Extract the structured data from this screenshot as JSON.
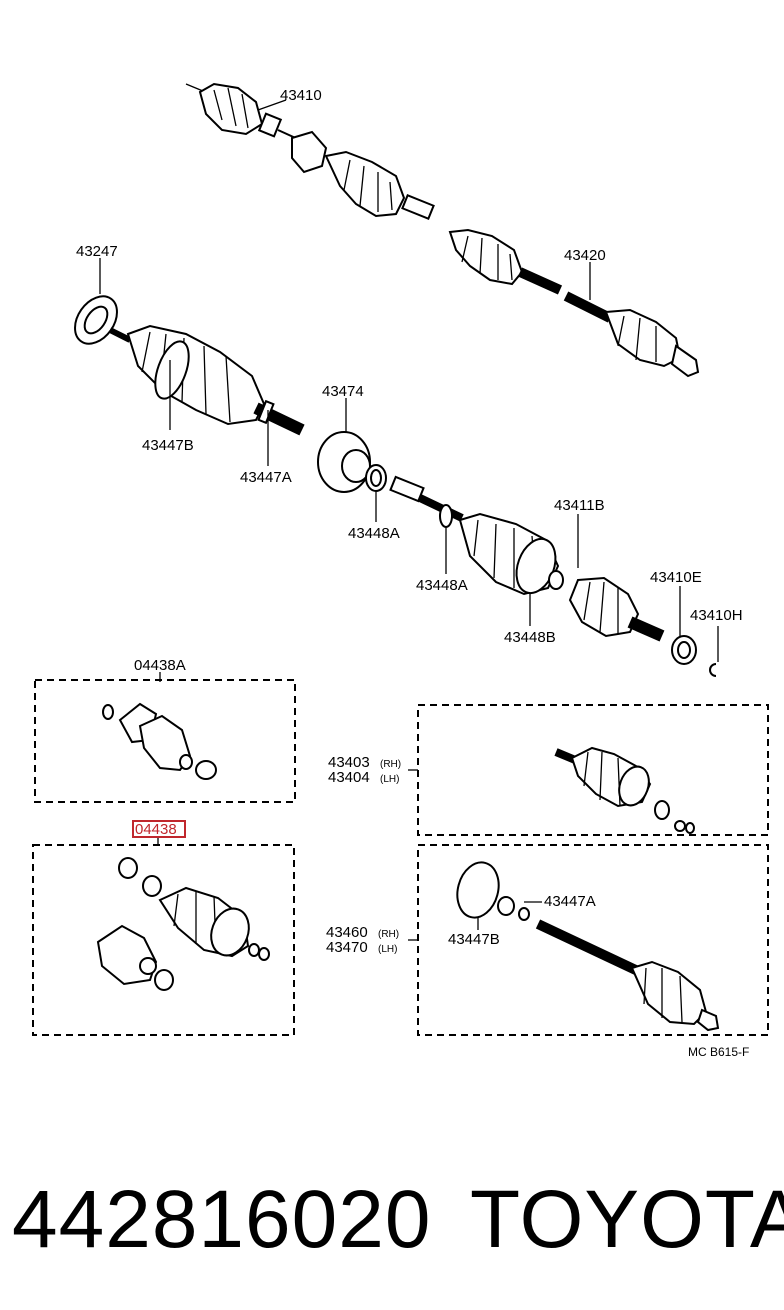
{
  "labels": {
    "shaft_assembly_top": "43410",
    "shaft_assembly_rh": "43420",
    "bearing_left": "43247",
    "boot_inner": "43447B",
    "clamp_inner": "43447A",
    "dust_cover": "43474",
    "clamp_a": "43448A",
    "clamp_a2": "43448A",
    "snap_ring": "43411B",
    "boot_outer": "43448B",
    "bearing_e": "43410E",
    "circlip_h": "43410H",
    "kit_a": "04438A",
    "kit_highlighted": "04438",
    "joint_rh": "43403",
    "joint_lh": "43404",
    "rh_tag": "(RH)",
    "lh_tag": "(LH)",
    "shaft_rh": "43460",
    "shaft_lh": "43470",
    "rh_tag2": "(RH)",
    "lh_tag2": "(LH)",
    "clamp_b": "43447A",
    "boot_b": "43447B",
    "figure_code": "MC  B615-F"
  },
  "highlight_color": "#c0272d",
  "footer": {
    "part_number": "442816020",
    "brand": "TOYOTA"
  }
}
